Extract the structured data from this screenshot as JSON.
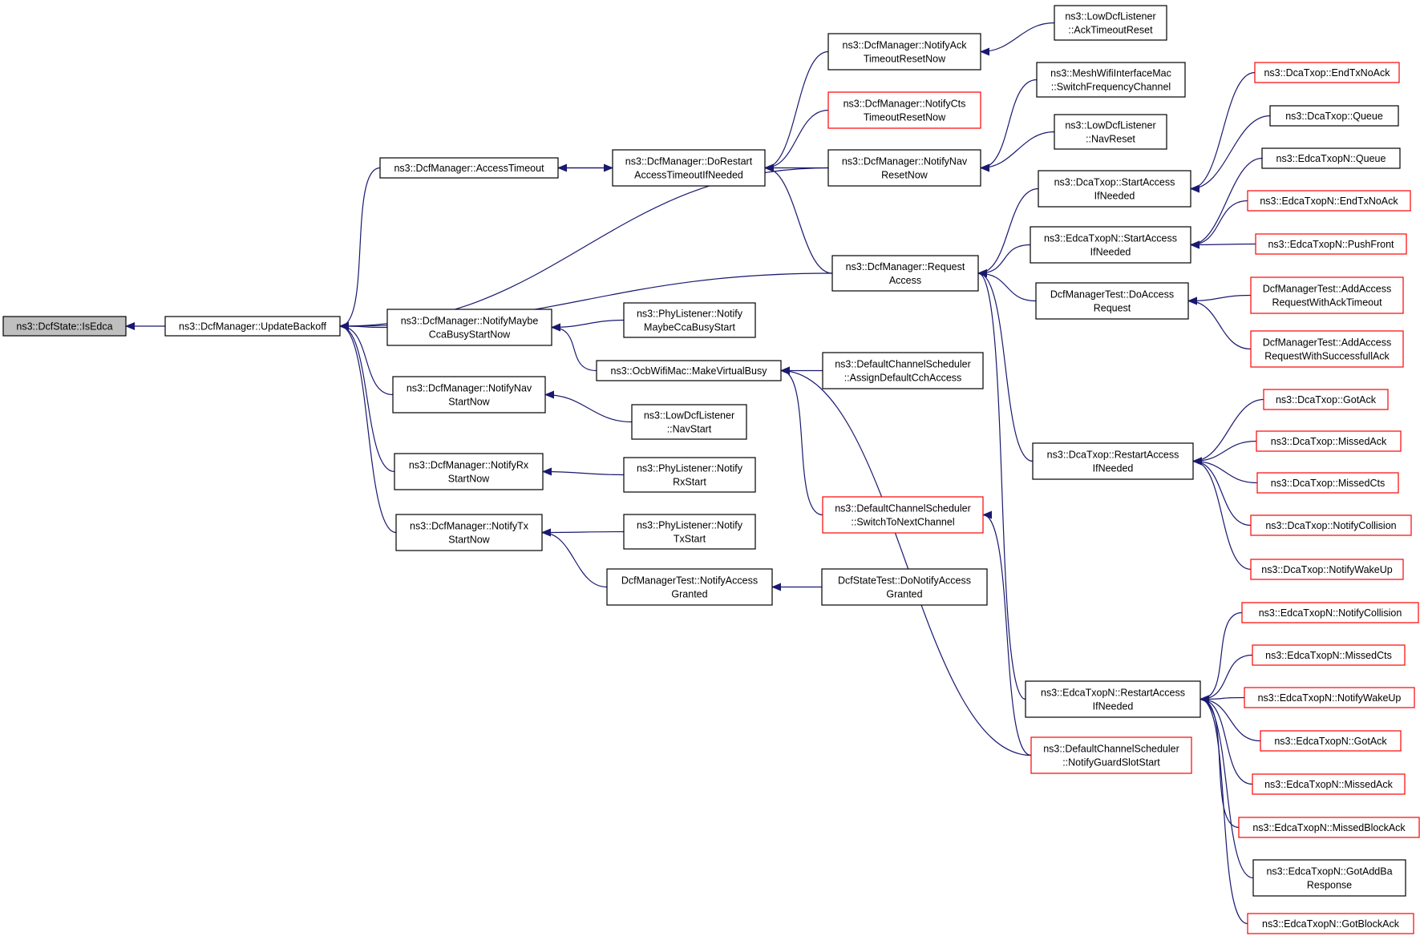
{
  "graph": {
    "title": "Call graph of ns3::DcfState::IsEdca",
    "colors": {
      "edge": "#191970",
      "red_border": "#ff0000",
      "black_border": "#000000",
      "root_fill": "#bfbfbf"
    },
    "nodes": [
      {
        "id": "isedca",
        "label": [
          "ns3::DcfState::IsEdca"
        ],
        "style": "root"
      },
      {
        "id": "updatebackoff",
        "label": [
          "ns3::DcfManager::UpdateBackoff"
        ]
      },
      {
        "id": "accesstimeout",
        "label": [
          "ns3::DcfManager::AccessTimeout"
        ]
      },
      {
        "id": "dorestart",
        "label": [
          "ns3::DcfManager::DoRestart",
          "AccessTimeoutIfNeeded"
        ]
      },
      {
        "id": "notifyack",
        "label": [
          "ns3::DcfManager::NotifyAck",
          "TimeoutResetNow"
        ]
      },
      {
        "id": "notifycts",
        "label": [
          "ns3::DcfManager::NotifyCts",
          "TimeoutResetNow"
        ],
        "style": "red"
      },
      {
        "id": "notifynavreset",
        "label": [
          "ns3::DcfManager::NotifyNav",
          "ResetNow"
        ]
      },
      {
        "id": "lowacktimeout",
        "label": [
          "ns3::LowDcfListener",
          "::AckTimeoutReset"
        ]
      },
      {
        "id": "meshswitch",
        "label": [
          "ns3::MeshWifiInterfaceMac",
          "::SwitchFrequencyChannel"
        ]
      },
      {
        "id": "lownavreset",
        "label": [
          "ns3::LowDcfListener",
          "::NavReset"
        ]
      },
      {
        "id": "requestaccess",
        "label": [
          "ns3::DcfManager::Request",
          "Access"
        ]
      },
      {
        "id": "dcastartaccess",
        "label": [
          "ns3::DcaTxop::StartAccess",
          "IfNeeded"
        ]
      },
      {
        "id": "edcastartaccess",
        "label": [
          "ns3::EdcaTxopN::StartAccess",
          "IfNeeded"
        ]
      },
      {
        "id": "doaccessrequest",
        "label": [
          "DcfManagerTest::DoAccess",
          "Request"
        ]
      },
      {
        "id": "dcaendtx",
        "label": [
          "ns3::DcaTxop::EndTxNoAck"
        ],
        "style": "red"
      },
      {
        "id": "dcaqueue",
        "label": [
          "ns3::DcaTxop::Queue"
        ]
      },
      {
        "id": "edcaqueue",
        "label": [
          "ns3::EdcaTxopN::Queue"
        ]
      },
      {
        "id": "edcaendtx",
        "label": [
          "ns3::EdcaTxopN::EndTxNoAck"
        ],
        "style": "red"
      },
      {
        "id": "edcapushfront",
        "label": [
          "ns3::EdcaTxopN::PushFront"
        ],
        "style": "red"
      },
      {
        "id": "addackto",
        "label": [
          "DcfManagerTest::AddAccess",
          "RequestWithAckTimeout"
        ],
        "style": "red"
      },
      {
        "id": "addsuccess",
        "label": [
          "DcfManagerTest::AddAccess",
          "RequestWithSuccessfullAck"
        ],
        "style": "red"
      },
      {
        "id": "notifymaybecca",
        "label": [
          "ns3::DcfManager::NotifyMaybe",
          "CcaBusyStartNow"
        ]
      },
      {
        "id": "phymaybecca",
        "label": [
          "ns3::PhyListener::Notify",
          "MaybeCcaBusyStart"
        ]
      },
      {
        "id": "ocbvirtualbusy",
        "label": [
          "ns3::OcbWifiMac::MakeVirtualBusy"
        ]
      },
      {
        "id": "assigncch",
        "label": [
          "ns3::DefaultChannelScheduler",
          "::AssignDefaultCchAccess"
        ]
      },
      {
        "id": "notifynavstart",
        "label": [
          "ns3::DcfManager::NotifyNav",
          "StartNow"
        ]
      },
      {
        "id": "lownavstart",
        "label": [
          "ns3::LowDcfListener",
          "::NavStart"
        ]
      },
      {
        "id": "notifyrx",
        "label": [
          "ns3::DcfManager::NotifyRx",
          "StartNow"
        ]
      },
      {
        "id": "phyrx",
        "label": [
          "ns3::PhyListener::Notify",
          "RxStart"
        ]
      },
      {
        "id": "notifytx",
        "label": [
          "ns3::DcfManager::NotifyTx",
          "StartNow"
        ]
      },
      {
        "id": "phytx",
        "label": [
          "ns3::PhyListener::Notify",
          "TxStart"
        ]
      },
      {
        "id": "notifygranted",
        "label": [
          "DcfManagerTest::NotifyAccess",
          "Granted"
        ]
      },
      {
        "id": "donotifygranted",
        "label": [
          "DcfStateTest::DoNotifyAccess",
          "Granted"
        ]
      },
      {
        "id": "switchnext",
        "label": [
          "ns3::DefaultChannelScheduler",
          "::SwitchToNextChannel"
        ],
        "style": "red"
      },
      {
        "id": "guardslot",
        "label": [
          "ns3::DefaultChannelScheduler",
          "::NotifyGuardSlotStart"
        ],
        "style": "red"
      },
      {
        "id": "dcarestart",
        "label": [
          "ns3::DcaTxop::RestartAccess",
          "IfNeeded"
        ]
      },
      {
        "id": "dcagotack",
        "label": [
          "ns3::DcaTxop::GotAck"
        ],
        "style": "red"
      },
      {
        "id": "dcamissedack",
        "label": [
          "ns3::DcaTxop::MissedAck"
        ],
        "style": "red"
      },
      {
        "id": "dcamissedcts",
        "label": [
          "ns3::DcaTxop::MissedCts"
        ],
        "style": "red"
      },
      {
        "id": "dcacollision",
        "label": [
          "ns3::DcaTxop::NotifyCollision"
        ],
        "style": "red"
      },
      {
        "id": "dcawakeup",
        "label": [
          "ns3::DcaTxop::NotifyWakeUp"
        ],
        "style": "red"
      },
      {
        "id": "edcarestart",
        "label": [
          "ns3::EdcaTxopN::RestartAccess",
          "IfNeeded"
        ]
      },
      {
        "id": "edcacollision",
        "label": [
          "ns3::EdcaTxopN::NotifyCollision"
        ],
        "style": "red"
      },
      {
        "id": "edcamissedcts",
        "label": [
          "ns3::EdcaTxopN::MissedCts"
        ],
        "style": "red"
      },
      {
        "id": "edcawakeup",
        "label": [
          "ns3::EdcaTxopN::NotifyWakeUp"
        ],
        "style": "red"
      },
      {
        "id": "edcagotack",
        "label": [
          "ns3::EdcaTxopN::GotAck"
        ],
        "style": "red"
      },
      {
        "id": "edcamissedack",
        "label": [
          "ns3::EdcaTxopN::MissedAck"
        ],
        "style": "red"
      },
      {
        "id": "edcamissedblockack",
        "label": [
          "ns3::EdcaTxopN::MissedBlockAck"
        ],
        "style": "red"
      },
      {
        "id": "edcagotaddba",
        "label": [
          "ns3::EdcaTxopN::GotAddBa",
          "Response"
        ]
      },
      {
        "id": "edcagotblockack",
        "label": [
          "ns3::EdcaTxopN::GotBlockAck"
        ],
        "style": "red"
      }
    ],
    "edges": [
      [
        "isedca",
        "updatebackoff"
      ],
      [
        "updatebackoff",
        "accesstimeout"
      ],
      [
        "updatebackoff",
        "notifynavreset"
      ],
      [
        "updatebackoff",
        "requestaccess"
      ],
      [
        "updatebackoff",
        "notifymaybecca"
      ],
      [
        "updatebackoff",
        "notifynavstart"
      ],
      [
        "updatebackoff",
        "notifyrx"
      ],
      [
        "updatebackoff",
        "notifytx"
      ],
      [
        "accesstimeout",
        "dorestart"
      ],
      [
        "dorestart",
        "accesstimeout"
      ],
      [
        "dorestart",
        "notifyack"
      ],
      [
        "dorestart",
        "notifycts"
      ],
      [
        "dorestart",
        "notifynavreset"
      ],
      [
        "dorestart",
        "requestaccess"
      ],
      [
        "notifyack",
        "lowacktimeout"
      ],
      [
        "notifynavreset",
        "meshswitch"
      ],
      [
        "notifynavreset",
        "lownavreset"
      ],
      [
        "requestaccess",
        "dcastartaccess"
      ],
      [
        "requestaccess",
        "edcastartaccess"
      ],
      [
        "requestaccess",
        "doaccessrequest"
      ],
      [
        "requestaccess",
        "dcarestart"
      ],
      [
        "requestaccess",
        "edcarestart"
      ],
      [
        "dcastartaccess",
        "dcaendtx"
      ],
      [
        "dcastartaccess",
        "dcaqueue"
      ],
      [
        "edcastartaccess",
        "edcaqueue"
      ],
      [
        "edcastartaccess",
        "edcaendtx"
      ],
      [
        "edcastartaccess",
        "edcapushfront"
      ],
      [
        "doaccessrequest",
        "addackto"
      ],
      [
        "doaccessrequest",
        "addsuccess"
      ],
      [
        "notifymaybecca",
        "phymaybecca"
      ],
      [
        "notifymaybecca",
        "ocbvirtualbusy"
      ],
      [
        "ocbvirtualbusy",
        "assigncch"
      ],
      [
        "ocbvirtualbusy",
        "switchnext"
      ],
      [
        "ocbvirtualbusy",
        "guardslot"
      ],
      [
        "switchnext",
        "guardslot"
      ],
      [
        "notifynavstart",
        "lownavstart"
      ],
      [
        "notifyrx",
        "phyrx"
      ],
      [
        "notifytx",
        "phytx"
      ],
      [
        "notifytx",
        "notifygranted"
      ],
      [
        "notifygranted",
        "donotifygranted"
      ],
      [
        "dcarestart",
        "dcagotack"
      ],
      [
        "dcarestart",
        "dcamissedack"
      ],
      [
        "dcarestart",
        "dcamissedcts"
      ],
      [
        "dcarestart",
        "dcacollision"
      ],
      [
        "dcarestart",
        "dcawakeup"
      ],
      [
        "edcarestart",
        "edcacollision"
      ],
      [
        "edcarestart",
        "edcamissedcts"
      ],
      [
        "edcarestart",
        "edcawakeup"
      ],
      [
        "edcarestart",
        "edcagotack"
      ],
      [
        "edcarestart",
        "edcamissedack"
      ],
      [
        "edcarestart",
        "edcamissedblockack"
      ],
      [
        "edcarestart",
        "edcagotaddba"
      ],
      [
        "edcarestart",
        "edcagotblockack"
      ]
    ]
  }
}
